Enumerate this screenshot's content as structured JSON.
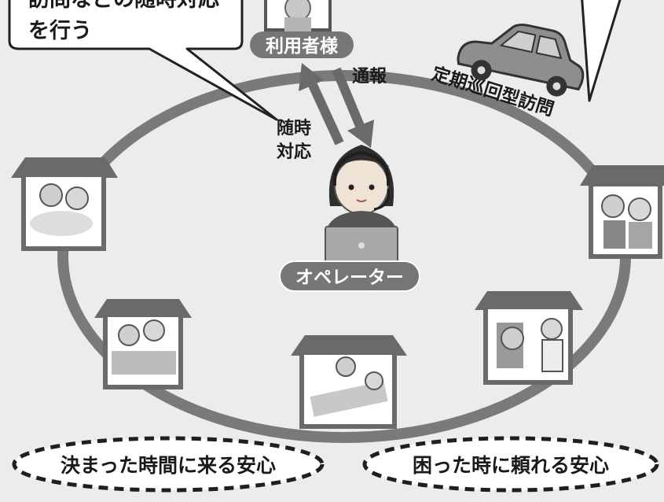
{
  "speech_bubble": {
    "line1": "訪問などの随時対応",
    "line2": "を行う"
  },
  "labels": {
    "user": "利用者様",
    "notify": "通報",
    "on_demand_line1": "随時",
    "on_demand_line2": "対応",
    "periodic_visit": "定期巡回型訪問",
    "operator": "オペレーター"
  },
  "bottom": {
    "left_reassurance": "決まった時間に来る安心",
    "right_reassurance": "困った時に頼れる安心"
  },
  "colors": {
    "background": "#ececec",
    "ring": "#7a7a7a",
    "label_bg": "#767676",
    "label_text": "#ffffff",
    "text": "#1a1a1a"
  },
  "icons": [
    "user-house-icon",
    "car-icon",
    "operator-icon",
    "care-house-icon"
  ]
}
